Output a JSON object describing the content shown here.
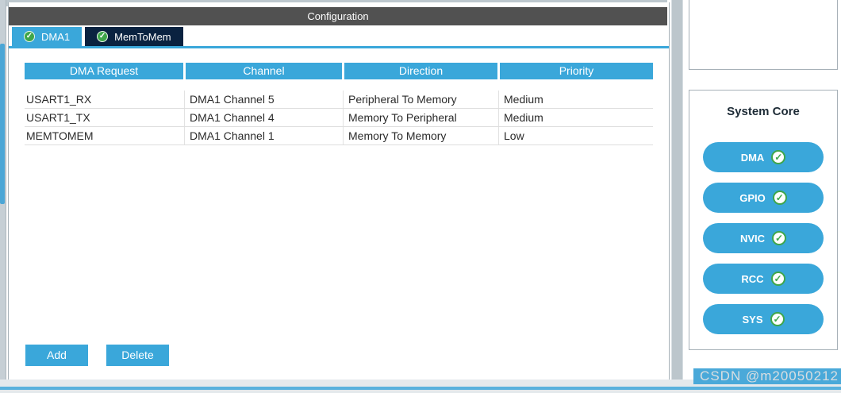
{
  "panel": {
    "title": "Configuration"
  },
  "tabs": [
    {
      "label": "DMA1",
      "state": "active"
    },
    {
      "label": "MemToMem",
      "state": "inactive"
    }
  ],
  "check_glyph": "✓",
  "table": {
    "columns": [
      "DMA Request",
      "Channel",
      "Direction",
      "Priority"
    ],
    "rows": [
      [
        "USART1_RX",
        "DMA1 Channel 5",
        "Peripheral To Memory",
        "Medium"
      ],
      [
        "USART1_TX",
        "DMA1 Channel 4",
        "Memory To Peripheral",
        "Medium"
      ],
      [
        "MEMTOMEM",
        "DMA1 Channel 1",
        "Memory To Memory",
        "Low"
      ]
    ]
  },
  "buttons": {
    "add": "Add",
    "delete": "Delete"
  },
  "side_panel": {
    "title": "System Core",
    "items": [
      "DMA",
      "GPIO",
      "NVIC",
      "RCC",
      "SYS"
    ]
  },
  "watermark": "CSDN @m20050212",
  "colors": {
    "accent": "#3aa7da",
    "navy_tab": "#0a2240",
    "title_bar": "#515151",
    "check_green": "#3fa64a"
  }
}
